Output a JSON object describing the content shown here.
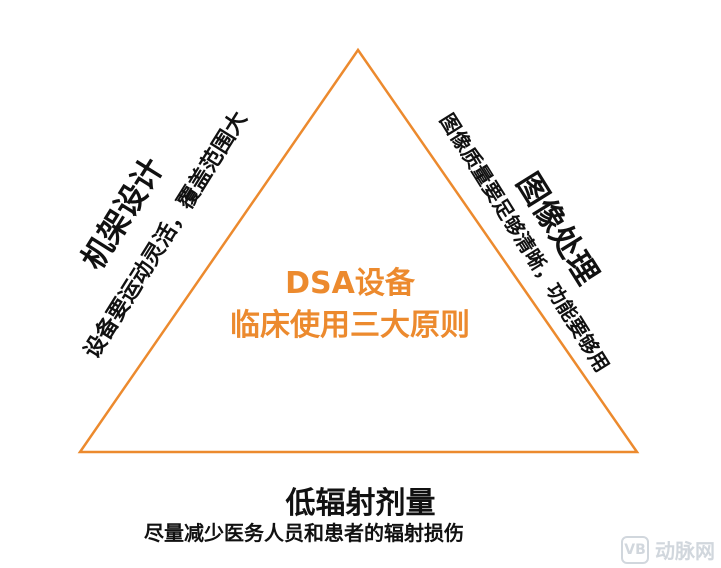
{
  "diagram": {
    "accent_color": "#ec8a2e",
    "center": {
      "line1": "DSA设备",
      "line2": "临床使用三大原则"
    },
    "left": {
      "title": "机架设计",
      "description": "设备要运动灵活，覆盖范围大"
    },
    "right": {
      "title": "图像处理",
      "description": "图像质量要足够清晰，功能要够用"
    },
    "bottom": {
      "title": "低辐射剂量",
      "description": "尽量减少医务人员和患者的辐射损伤"
    }
  },
  "watermark": {
    "icon": "vb-badge-icon",
    "text": "动脉网"
  }
}
